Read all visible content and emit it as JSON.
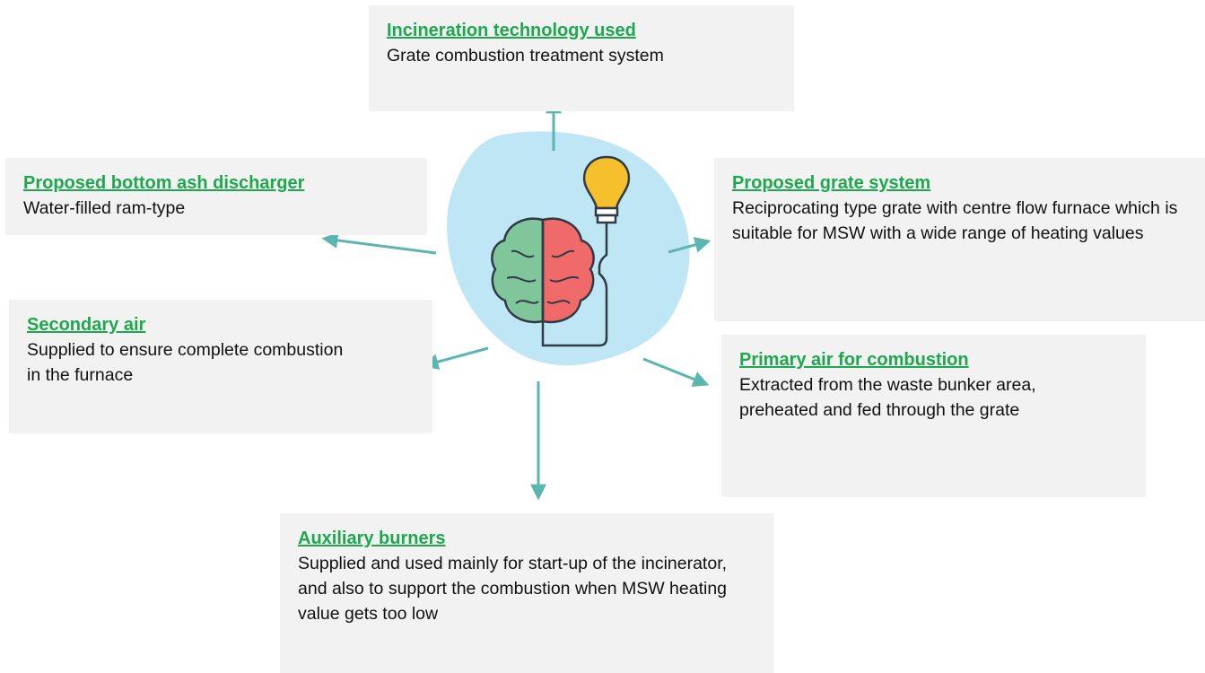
{
  "colors": {
    "title": "#1ea84e",
    "arrow": "#5bb5b0",
    "box_bg": "#f2f2f2",
    "blob": "#bfe6f5",
    "brain_left": "#7fc69a",
    "brain_right": "#f06a6a",
    "bulb": "#f6c02d"
  },
  "center_icon": "brain-lightbulb-icon",
  "boxes": {
    "incineration": {
      "title": "Incineration technology used",
      "desc": "Grate combustion treatment system"
    },
    "bottom_ash": {
      "title": "Proposed bottom ash discharger",
      "desc": "Water-filled ram-type"
    },
    "grate": {
      "title": "Proposed grate system",
      "desc": "Reciprocating type grate with centre flow furnace which is suitable for MSW with a wide range of heating values"
    },
    "secondary_air": {
      "title": "Secondary air",
      "desc": "Supplied to ensure complete combustion in the furnace"
    },
    "primary_air": {
      "title": "Primary air for combustion",
      "desc": "Extracted from the waste bunker area, preheated and fed through the grate"
    },
    "auxiliary": {
      "title": "Auxiliary burners",
      "desc": "Supplied and used mainly for start-up of the incinerator, and also to support the combustion when MSW heating value gets too low"
    }
  }
}
